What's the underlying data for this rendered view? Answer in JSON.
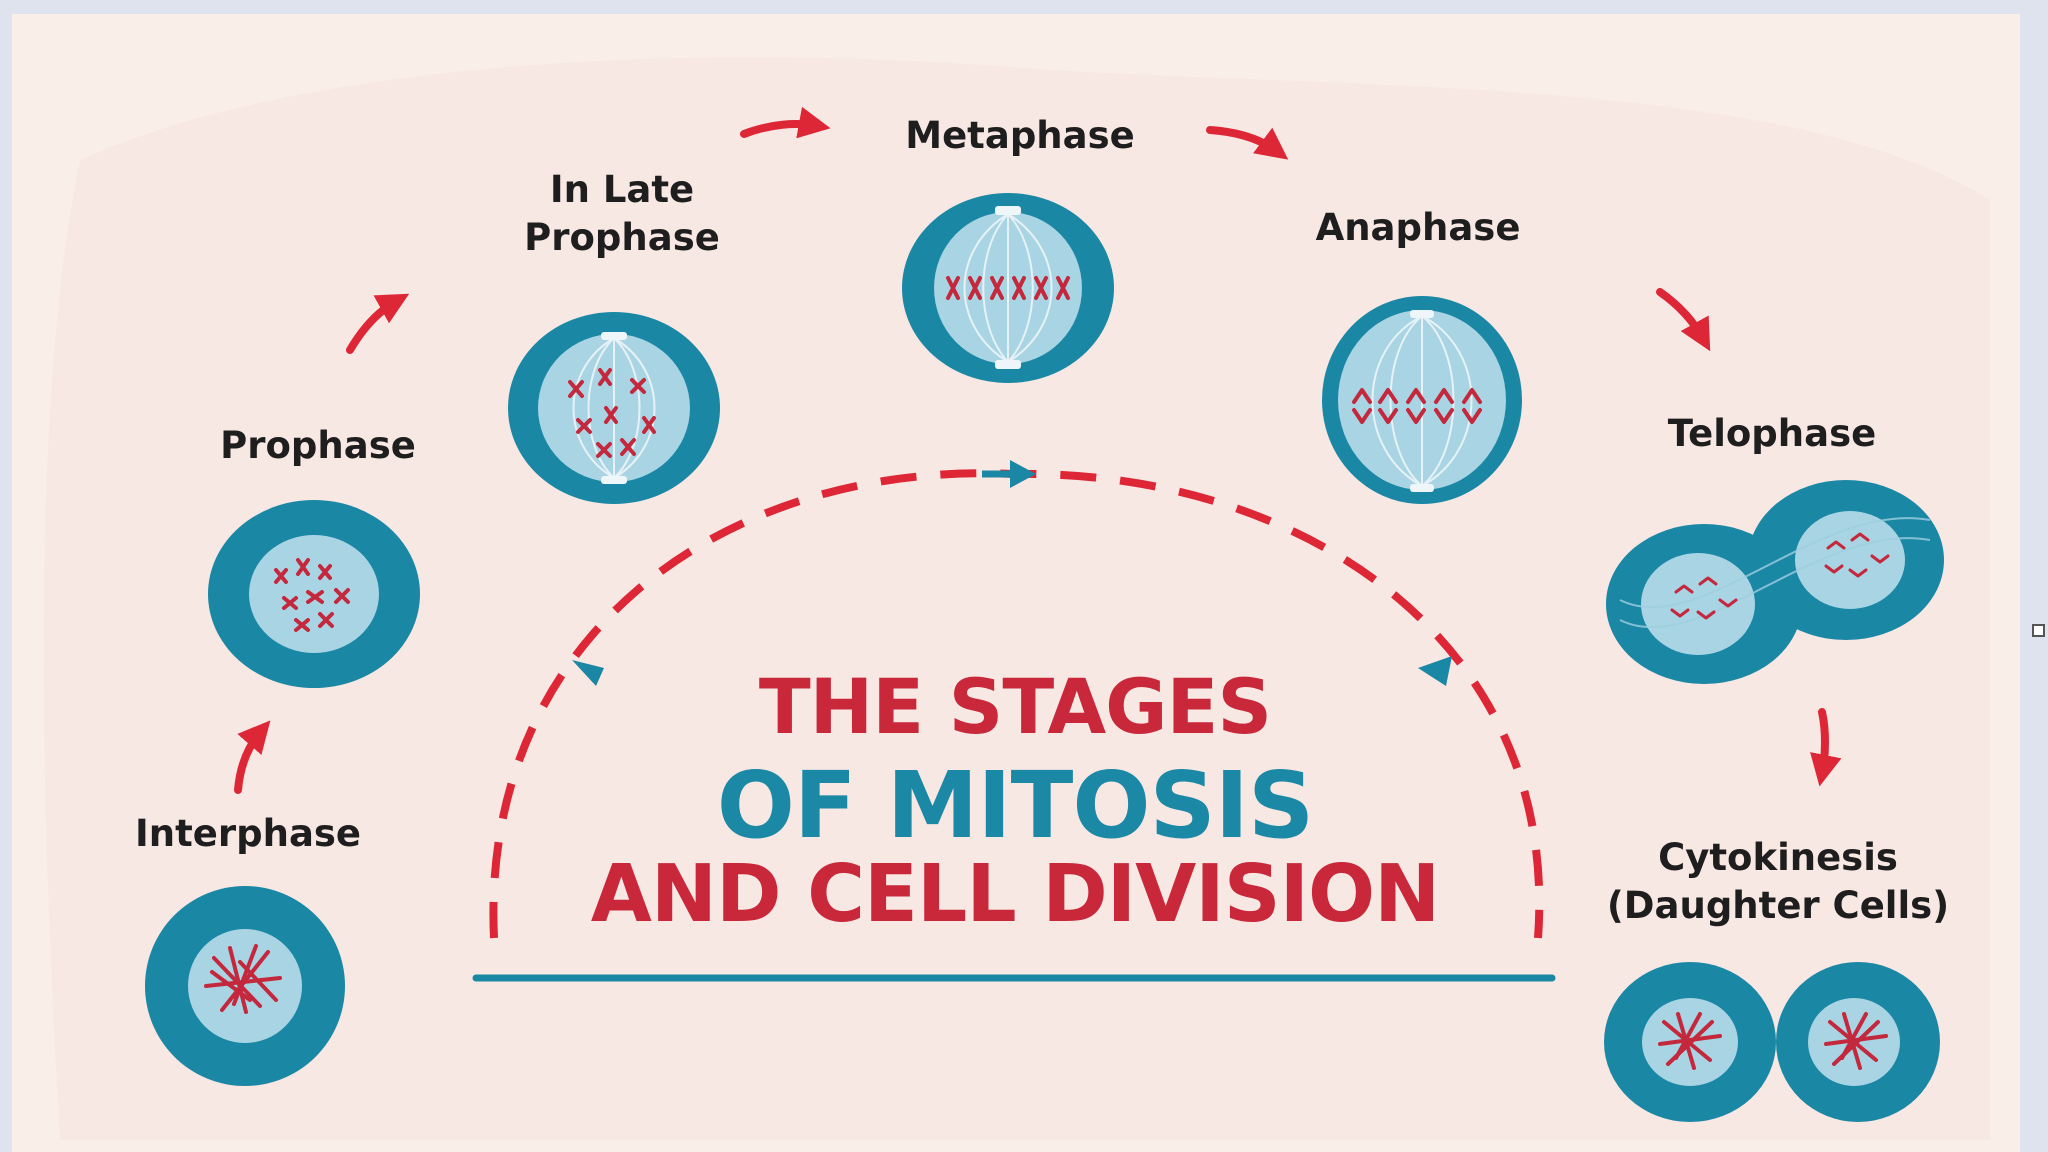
{
  "stages": {
    "interphase": "Interphase",
    "prophase": "Prophase",
    "late_prophase": "In Late\nProphase",
    "metaphase": "Metaphase",
    "anaphase": "Anaphase",
    "telophase": "Telophase",
    "cytokinesis": "Cytokinesis\n(Daughter Cells)"
  },
  "title": {
    "line1": "THE STAGES",
    "line2_part1": "OF ",
    "line2_part2": "MITOSIS",
    "line3": "AND CELL DIVISION"
  },
  "colors": {
    "background": "#faeee9",
    "cell_outer": "#1a87a5",
    "cell_inner": "#a9d4e3",
    "chromosome": "#c4283c",
    "arrow": "#dd2737",
    "title_red": "#c8283a",
    "title_teal": "#1b88a6",
    "text": "#1e1e1e",
    "divider": "#1a87a5"
  },
  "icons": [
    "arrow-icon",
    "chromosome-icon",
    "spindle-icon"
  ]
}
